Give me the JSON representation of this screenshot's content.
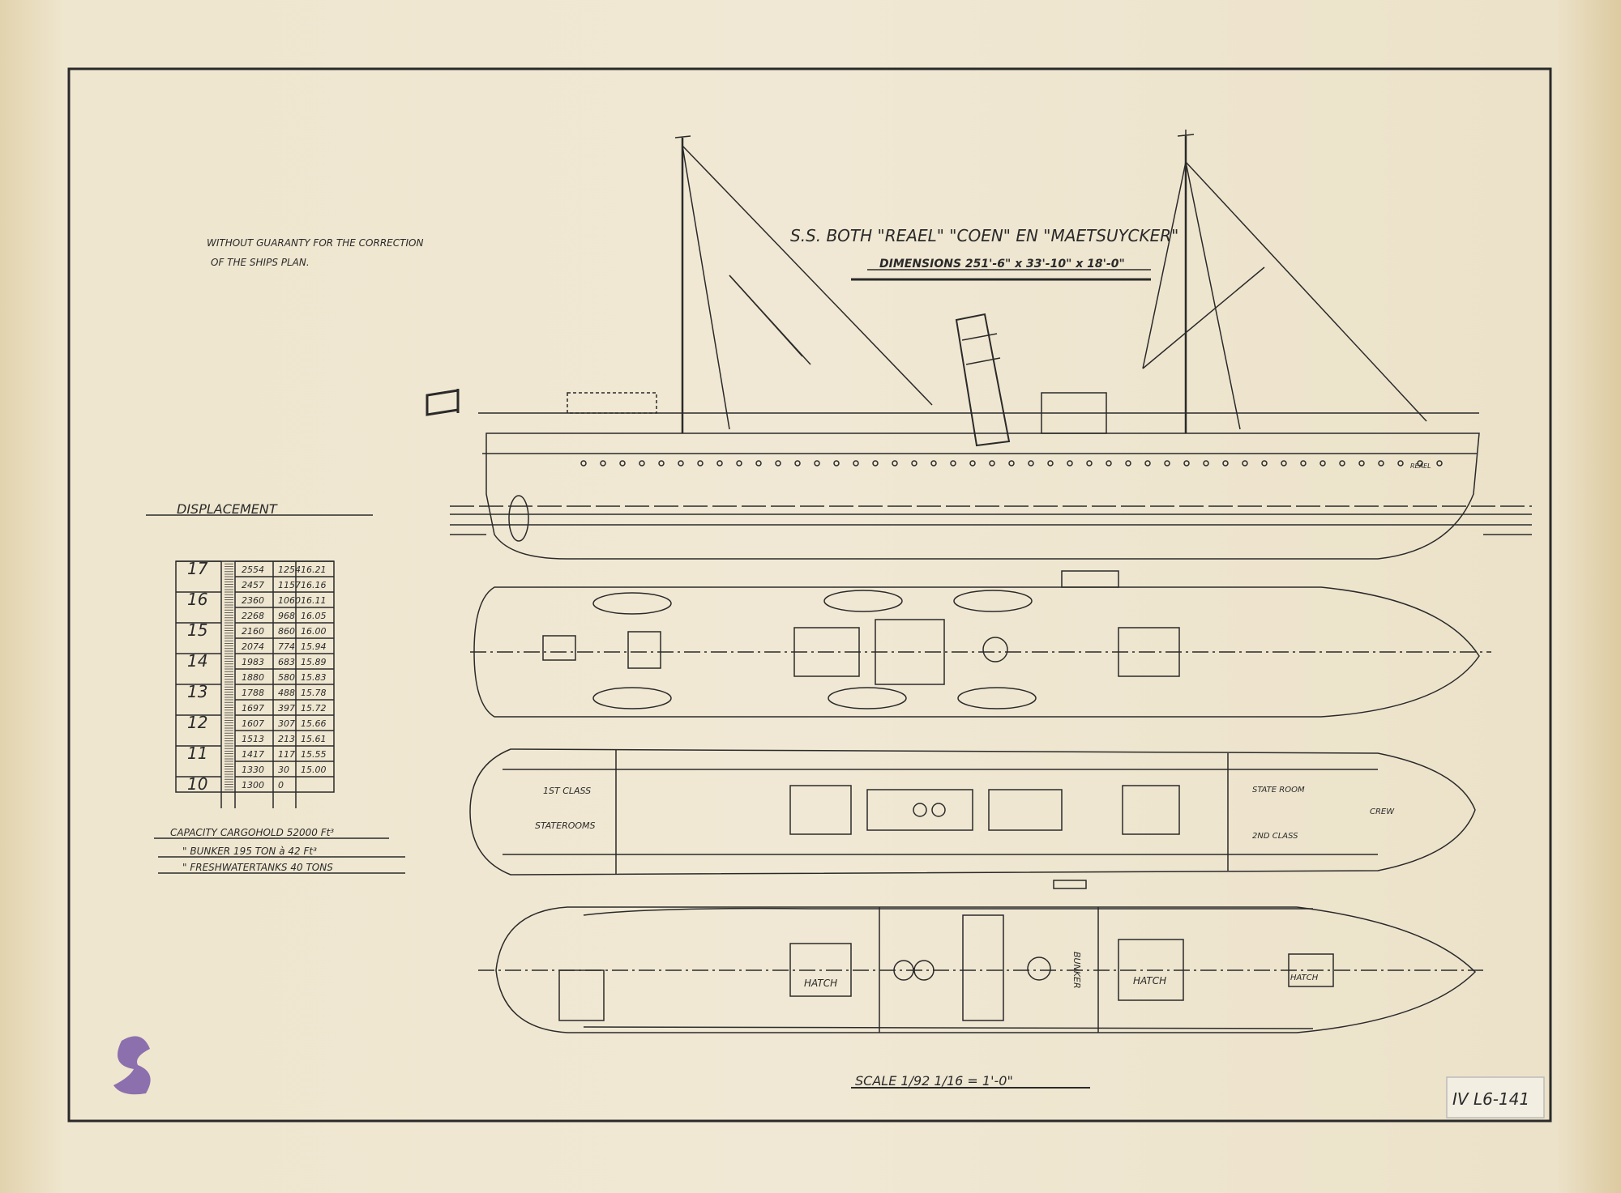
{
  "title": "S.S. BOTH \"REAEL\" \"COEN\" EN \"MAETSUYCKER\"",
  "dimensions": "DIMENSIONS 251'-6\" x 33'-10\" x 18'-0\"",
  "disclaimer": [
    "WITHOUT GUARANTY FOR THE CORRECTION",
    "OF THE SHIPS PLAN."
  ],
  "displacement": {
    "heading": "DISPLACEMENT",
    "draft_marks": [
      "17",
      "16",
      "15",
      "14",
      "13",
      "12",
      "11",
      "10"
    ],
    "rows": [
      [
        "2554",
        "1254",
        "16.21"
      ],
      [
        "2457",
        "1157",
        "16.16"
      ],
      [
        "2360",
        "1060",
        "16.11"
      ],
      [
        "2268",
        "968",
        "16.05"
      ],
      [
        "2160",
        "860",
        "16.00"
      ],
      [
        "2074",
        "774",
        "15.94"
      ],
      [
        "1983",
        "683",
        "15.89"
      ],
      [
        "1880",
        "580",
        "15.83"
      ],
      [
        "1788",
        "488",
        "15.78"
      ],
      [
        "1697",
        "397",
        "15.72"
      ],
      [
        "1607",
        "307",
        "15.66"
      ],
      [
        "1513",
        "213",
        "15.61"
      ],
      [
        "1417",
        "117",
        "15.55"
      ],
      [
        "1330",
        "30",
        "15.00"
      ],
      [
        "1300",
        "0",
        ""
      ]
    ]
  },
  "capacity": [
    "CAPACITY CARGOHOLD 52000 Ft³",
    "\" BUNKER 195 TON à 42 Ft³",
    "\" FRESHWATERTANKS 40 TONS"
  ],
  "labels": {
    "ship_name": "REAEL",
    "first_class": "1ST CLASS",
    "staterooms": "STATEROOMS",
    "state_room": "STATE ROOM",
    "second_class": "2ND CLASS",
    "crew": "CREW",
    "hatch": "HATCH",
    "bunker": "BUNKER"
  },
  "scale": "SCALE 1/92 1/16 = 1'-0\"",
  "catalog_number": "IV L6-141",
  "colors": {
    "ink": "#2a2a2a",
    "paper": "#efe6d0",
    "stamp": "#7a5aa8"
  }
}
